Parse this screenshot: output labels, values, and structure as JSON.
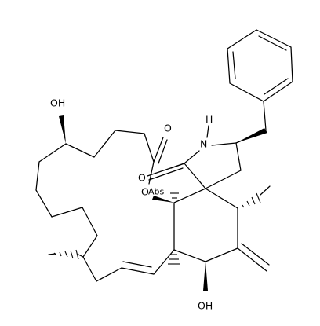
{
  "molecule": {
    "atom_labels": {
      "hydroxyl_top": "OH",
      "hydroxyl_bottom": "OH",
      "amide_nitrogen": "N",
      "amide_h": "H",
      "ketone_oxygen": "O",
      "lactone_oxygen": "O",
      "ring_oxygen": "O",
      "ring_marker": "Abs"
    },
    "colors": {
      "bonds": "#000000",
      "background": "#ffffff"
    }
  }
}
